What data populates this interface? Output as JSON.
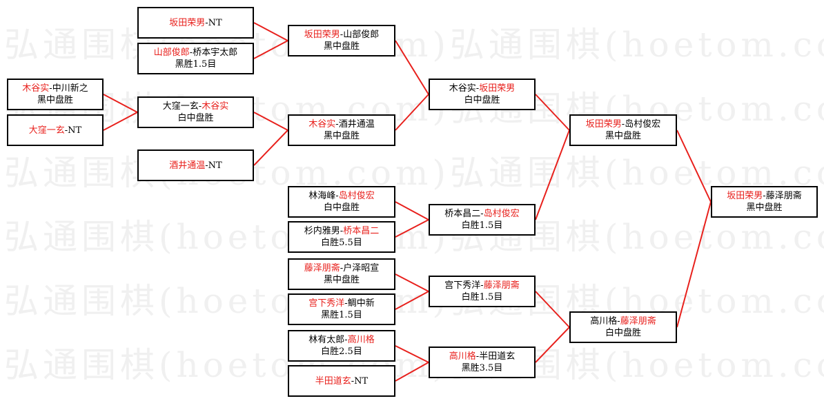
{
  "watermark": {
    "text": "弘通围棋(hoetom.com)弘通围棋(hoetom.com)"
  },
  "colors": {
    "winner": "#e8201c",
    "line": "#e8201c",
    "border": "#000000"
  },
  "bracket": {
    "r1": [
      {
        "id": "r1-mugu",
        "p1": "木谷实",
        "p2": "中川新之",
        "winner": 1,
        "result": "黑中盘胜"
      },
      {
        "id": "r1-daku",
        "p1": "大窪一玄",
        "p2": "",
        "nt": true,
        "winner": 1,
        "result": ""
      }
    ],
    "r2": [
      {
        "id": "r2-sakata",
        "p1": "坂田荣男",
        "p2": "",
        "nt": true,
        "winner": 1,
        "result": ""
      },
      {
        "id": "r2-yamabe",
        "p1": "山部俊郎",
        "p2": "桥本宇太郎",
        "winner": 1,
        "result": "黑胜1.5目"
      },
      {
        "id": "r2-daku-mugu",
        "p1": "大窪一玄",
        "p2": "木谷实",
        "winner": 2,
        "result": "白中盘胜"
      },
      {
        "id": "r2-sakai",
        "p1": "酒井通温",
        "p2": "",
        "nt": true,
        "winner": 1,
        "result": ""
      }
    ],
    "r3": [
      {
        "id": "r3-sakata-yamabe",
        "p1": "坂田荣男",
        "p2": "山部俊郎",
        "winner": 1,
        "result": "黑中盘胜"
      },
      {
        "id": "r3-mugu-sakai",
        "p1": "木谷实",
        "p2": "酒井通温",
        "winner": 1,
        "result": "黑中盘胜"
      },
      {
        "id": "r3-lin-shima",
        "p1": "林海峰",
        "p2": "岛村俊宏",
        "winner": 2,
        "result": "白中盘胜"
      },
      {
        "id": "r3-sugi-hashi",
        "p1": "杉内雅男",
        "p2": "桥本昌二",
        "winner": 2,
        "result": "白胜5.5目"
      },
      {
        "id": "r3-fuji-toza",
        "p1": "藤泽朋斋",
        "p2": "户泽昭宣",
        "winner": 1,
        "result": "黑中盘胜"
      },
      {
        "id": "r3-miya-tai",
        "p1": "宫下秀洋",
        "p2": "鲷中新",
        "winner": 1,
        "result": "黑胜1.5目"
      },
      {
        "id": "r3-hayashi-taka",
        "p1": "林有太郎",
        "p2": "高川格",
        "winner": 2,
        "result": "白胜2.5目"
      },
      {
        "id": "r3-handa",
        "p1": "半田道玄",
        "p2": "",
        "nt": true,
        "winner": 1,
        "result": ""
      }
    ],
    "r4": [
      {
        "id": "r4-mugu-sakata",
        "p1": "木谷实",
        "p2": "坂田荣男",
        "winner": 2,
        "result": "白中盘胜"
      },
      {
        "id": "r4-hashi-shima",
        "p1": "桥本昌二",
        "p2": "岛村俊宏",
        "winner": 2,
        "result": "白胜1.5目"
      },
      {
        "id": "r4-miya-fuji",
        "p1": "宫下秀洋",
        "p2": "藤泽朋斋",
        "winner": 2,
        "result": "白胜1.5目"
      },
      {
        "id": "r4-taka-handa",
        "p1": "高川格",
        "p2": "半田道玄",
        "winner": 1,
        "result": "黑胜3.5目"
      }
    ],
    "r5": [
      {
        "id": "r5-sakata-shima",
        "p1": "坂田荣男",
        "p2": "岛村俊宏",
        "winner": 1,
        "result": "黑中盘胜"
      },
      {
        "id": "r5-taka-fuji",
        "p1": "高川格",
        "p2": "藤泽朋斋",
        "winner": 2,
        "result": "白中盘胜"
      }
    ],
    "final": [
      {
        "id": "final-sakata-fuji",
        "p1": "坂田荣男",
        "p2": "藤泽朋斋",
        "winner": 1,
        "result": "黑中盘胜"
      }
    ]
  }
}
